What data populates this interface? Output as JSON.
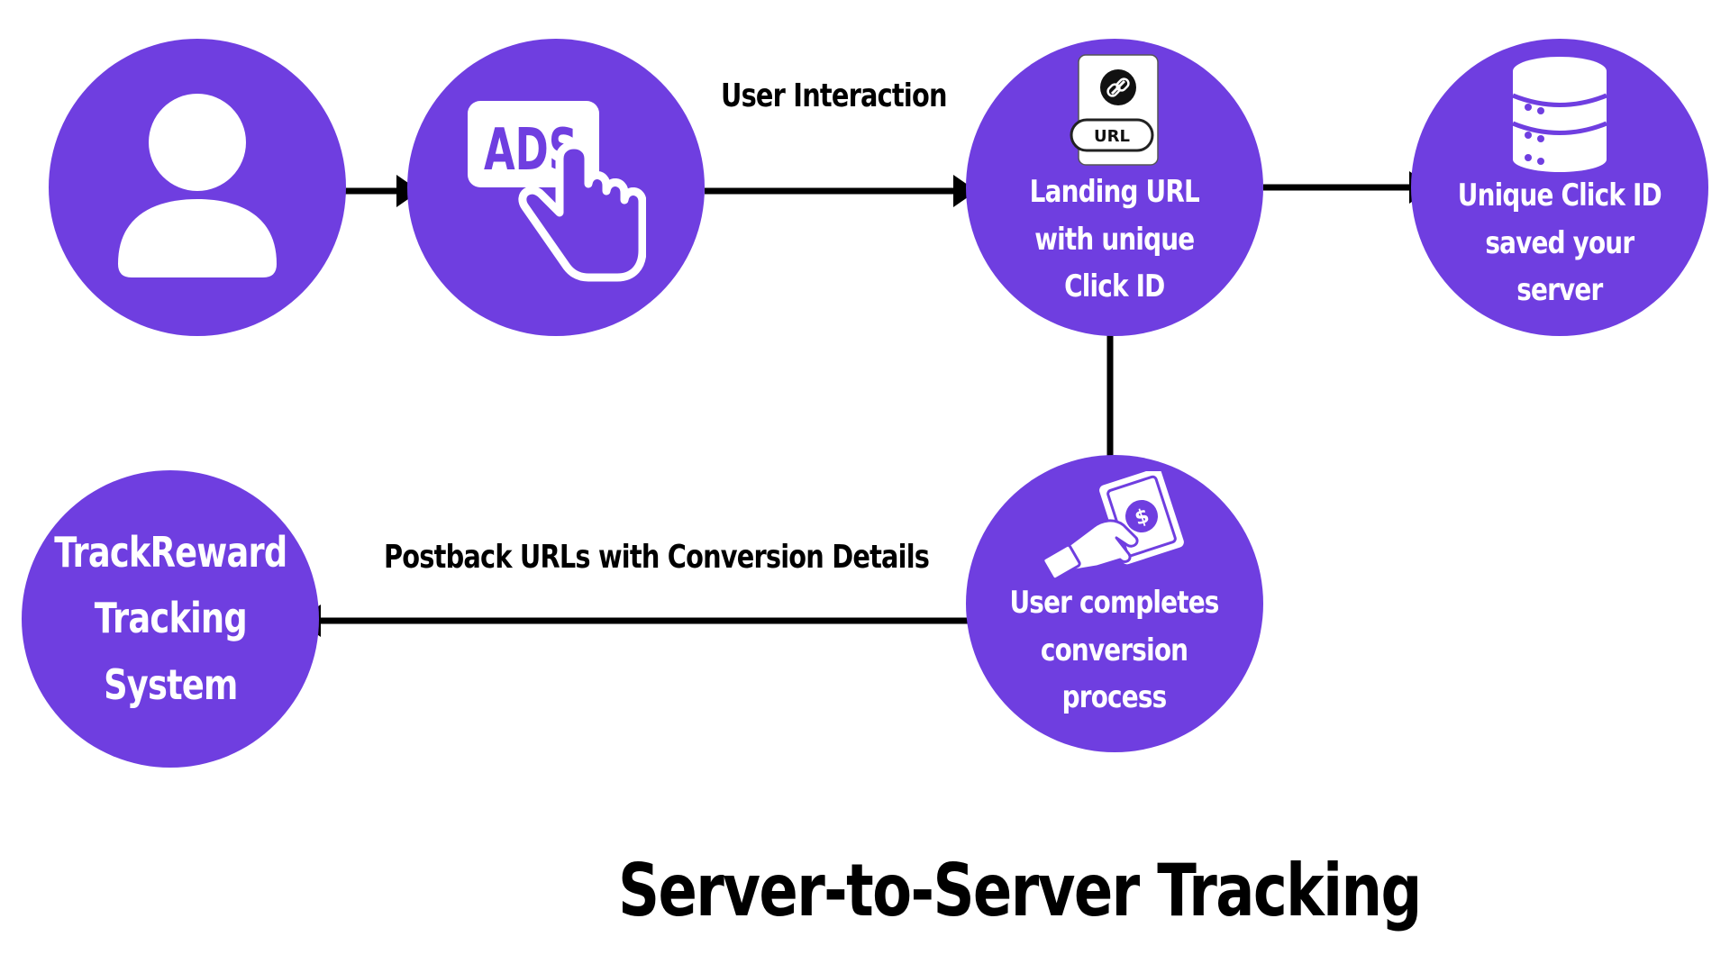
{
  "colors": {
    "node_fill": "#6f3ee0",
    "arrow": "#000000",
    "text_on_node": "#ffffff",
    "label_text": "#000000"
  },
  "title": "Server-to-Server Tracking",
  "nodes": {
    "user": {
      "icon": "user-icon"
    },
    "ads": {
      "icon": "ads-click-icon",
      "icon_text": "ADS"
    },
    "landing": {
      "icon": "url-document-icon",
      "icon_text": "URL",
      "label_lines": [
        "Landing URL",
        "with unique",
        "Click ID"
      ]
    },
    "server": {
      "icon": "database-icon",
      "label_lines": [
        "Unique Click ID",
        "saved your",
        "server"
      ]
    },
    "conversion": {
      "icon": "hand-money-icon",
      "label_lines": [
        "User completes",
        "conversion",
        "process"
      ]
    },
    "trackreward": {
      "label_lines": [
        "TrackReward",
        "Tracking",
        "System"
      ]
    }
  },
  "edges": {
    "ads_to_landing": {
      "label": "User Interaction"
    },
    "conversion_to_trackreward": {
      "label": "Postback URLs with Conversion Details"
    }
  }
}
